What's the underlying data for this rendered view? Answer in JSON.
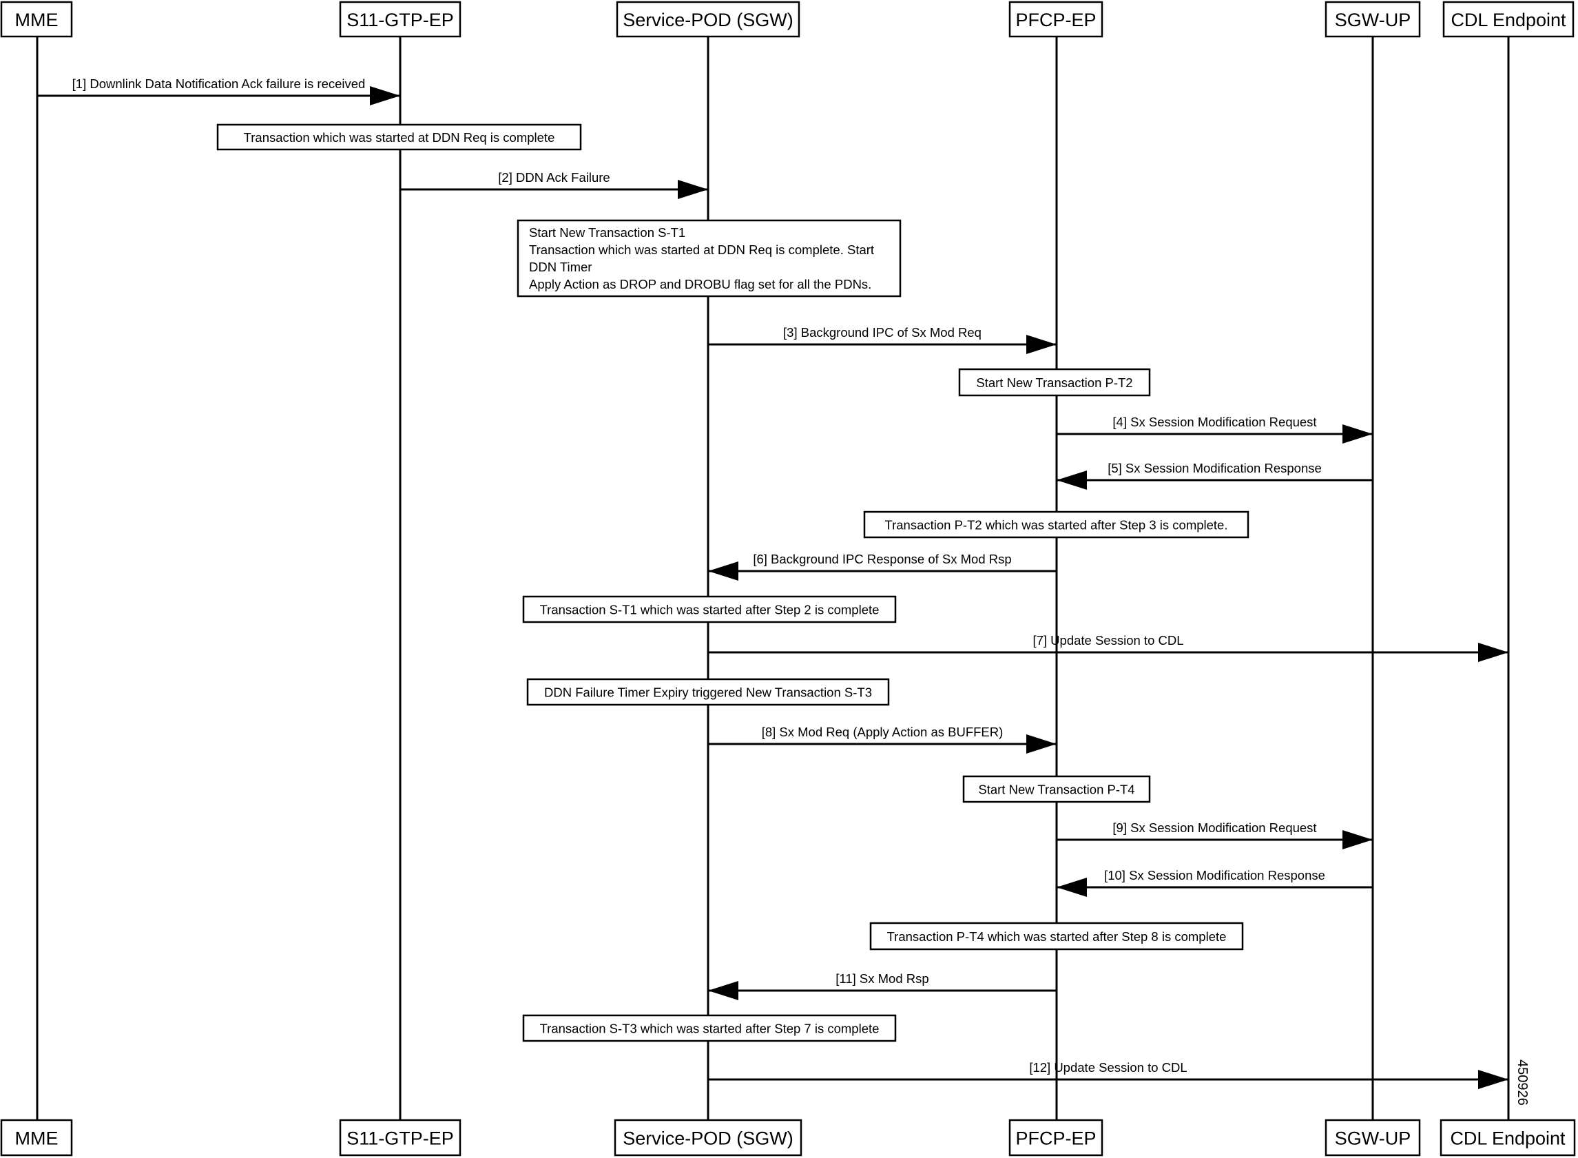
{
  "participants": [
    {
      "id": "mme",
      "label": "MME"
    },
    {
      "id": "s11",
      "label": "S11-GTP-EP"
    },
    {
      "id": "pod",
      "label": "Service-POD (SGW)"
    },
    {
      "id": "pfcp",
      "label": "PFCP-EP"
    },
    {
      "id": "sgwup",
      "label": "SGW-UP"
    },
    {
      "id": "cdl",
      "label": "CDL Endpoint"
    }
  ],
  "messages": [
    {
      "from": "mme",
      "to": "s11",
      "label": "[1] Downlink Data Notification Ack failure is received"
    },
    {
      "from": "s11",
      "to": "pod",
      "label": "[2] DDN Ack Failure"
    },
    {
      "from": "pod",
      "to": "pfcp",
      "label": "[3] Background IPC of Sx Mod Req"
    },
    {
      "from": "pfcp",
      "to": "sgwup",
      "label": "[4] Sx Session Modification Request"
    },
    {
      "from": "sgwup",
      "to": "pfcp",
      "label": "[5] Sx Session Modification Response"
    },
    {
      "from": "pfcp",
      "to": "pod",
      "label": "[6] Background IPC Response of Sx Mod Rsp"
    },
    {
      "from": "pod",
      "to": "cdl",
      "label": "[7] Update Session to CDL"
    },
    {
      "from": "pod",
      "to": "pfcp",
      "label": "[8] Sx Mod Req (Apply Action as BUFFER)"
    },
    {
      "from": "pfcp",
      "to": "sgwup",
      "label": "[9] Sx Session Modification Request"
    },
    {
      "from": "sgwup",
      "to": "pfcp",
      "label": "[10] Sx Session Modification Response"
    },
    {
      "from": "pfcp",
      "to": "pod",
      "label": "[11] Sx Mod Rsp"
    },
    {
      "from": "pod",
      "to": "cdl",
      "label": "[12] Update Session to CDL"
    }
  ],
  "notes": [
    {
      "over": "s11",
      "lines": [
        "Transaction which was started at DDN Req is complete"
      ]
    },
    {
      "over": "pod",
      "lines": [
        "Start New Transaction S-T1",
        "Transaction which was started at DDN Req is complete. Start",
        "DDN Timer",
        "Apply Action as DROP and DROBU flag set for all the PDNs."
      ]
    },
    {
      "over": "pfcp",
      "lines": [
        "Start New Transaction P-T2"
      ]
    },
    {
      "over": "pfcp",
      "lines": [
        "Transaction P-T2 which was started after Step 3 is complete."
      ]
    },
    {
      "over": "pod",
      "lines": [
        "Transaction S-T1 which was started after Step 2 is complete"
      ]
    },
    {
      "over": "pod",
      "lines": [
        "DDN Failure Timer Expiry triggered New Transaction S-T3"
      ]
    },
    {
      "over": "pfcp",
      "lines": [
        "Start New Transaction P-T4"
      ]
    },
    {
      "over": "pfcp",
      "lines": [
        "Transaction P-T4 which was started after Step 8 is complete"
      ]
    },
    {
      "over": "pod",
      "lines": [
        "Transaction S-T3 which was started after Step 7 is complete"
      ]
    }
  ],
  "figure_id": "450926"
}
